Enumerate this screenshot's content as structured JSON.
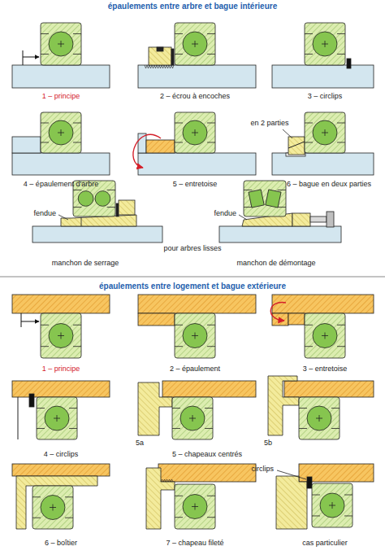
{
  "diagram": {
    "labels": [
      "épaulements entre arbre et bague intérieure",
      "1 – principe",
      "2 – écrou à encoches",
      "3 – circlips",
      "en 2 parties",
      "4 – épaulement d'arbre",
      "5 – entretoise",
      "6 – bague en deux parties",
      "fendue",
      "fendue",
      "pour arbres lisses",
      "manchon de serrage",
      "manchon de démontage",
      "épaulements entre logement et bague extérieure",
      "1 – principe",
      "2 – épaulement",
      "3 – entretoise",
      "4 – circlips",
      "5a",
      "5b",
      "5 – chapeaux centrés",
      "circlips",
      "6 – boîtier",
      "7 – chapeau fileté",
      "cas particulier"
    ]
  }
}
